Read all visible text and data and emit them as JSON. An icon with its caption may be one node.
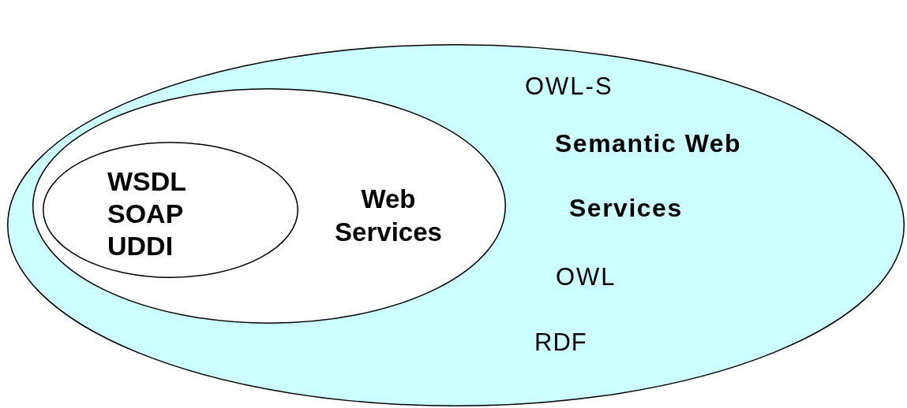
{
  "diagram": {
    "nodes": [
      {
        "text": [
          "OWL-S",
          "Semantic Web Services",
          "OWL",
          "RDF"
        ]
      },
      {
        "text": [
          "Web Services"
        ],
        "in": 0
      },
      {
        "text": [
          "WSDL",
          "SOAP",
          "UDDI"
        ],
        "in": 1
      }
    ]
  }
}
